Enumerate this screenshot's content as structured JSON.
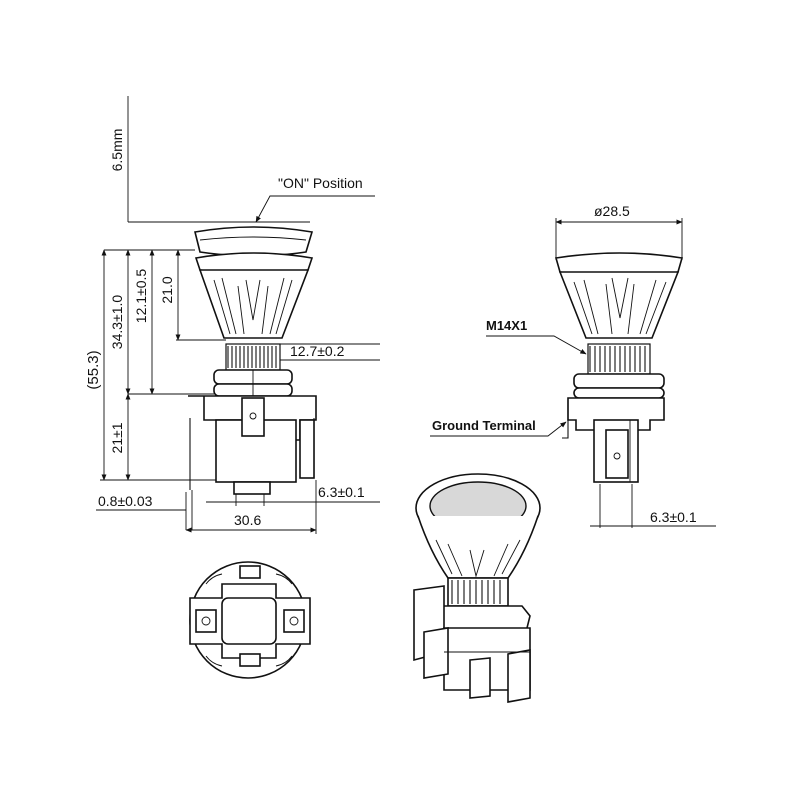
{
  "labels": {
    "top_height": "6.5mm",
    "on_position": "\"ON\" Position",
    "total_height": "(55.3)",
    "height_34": "34.3±1.0",
    "height_12": "12.1±0.5",
    "height_21_cap": "21.0",
    "thread_length": "12.7±0.2",
    "base_height": "21±1",
    "terminal_thickness": "0.8±0.03",
    "terminal_width_front": "6.3±0.1",
    "base_width": "30.6",
    "diameter": "ø28.5",
    "thread_spec": "M14X1",
    "ground_terminal": "Ground Terminal",
    "terminal_width_side": "6.3±0.1"
  },
  "colors": {
    "line": "#111111",
    "background": "#ffffff"
  }
}
